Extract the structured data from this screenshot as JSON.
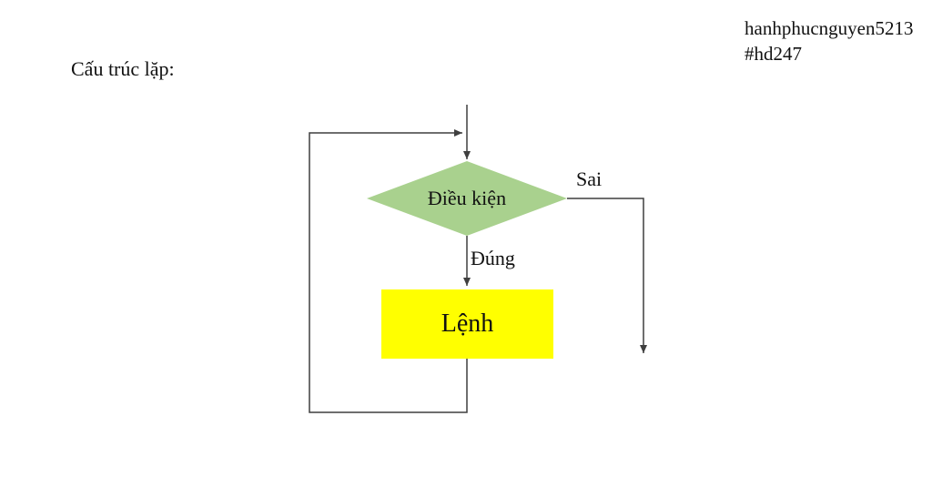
{
  "header": {
    "title": "Cấu trúc lặp:"
  },
  "watermark": {
    "line1": "hanhphucnguyen5213",
    "line2": "#hd247"
  },
  "flowchart": {
    "condition_label": "Điều kiện",
    "true_label": "Đúng",
    "false_label": "Sai",
    "action_label": "Lệnh"
  },
  "colors": {
    "diamond_fill": "#a9d18e",
    "action_fill": "#ffff00",
    "line": "#3f3f3f",
    "text": "#111111",
    "background": "#ffffff"
  }
}
